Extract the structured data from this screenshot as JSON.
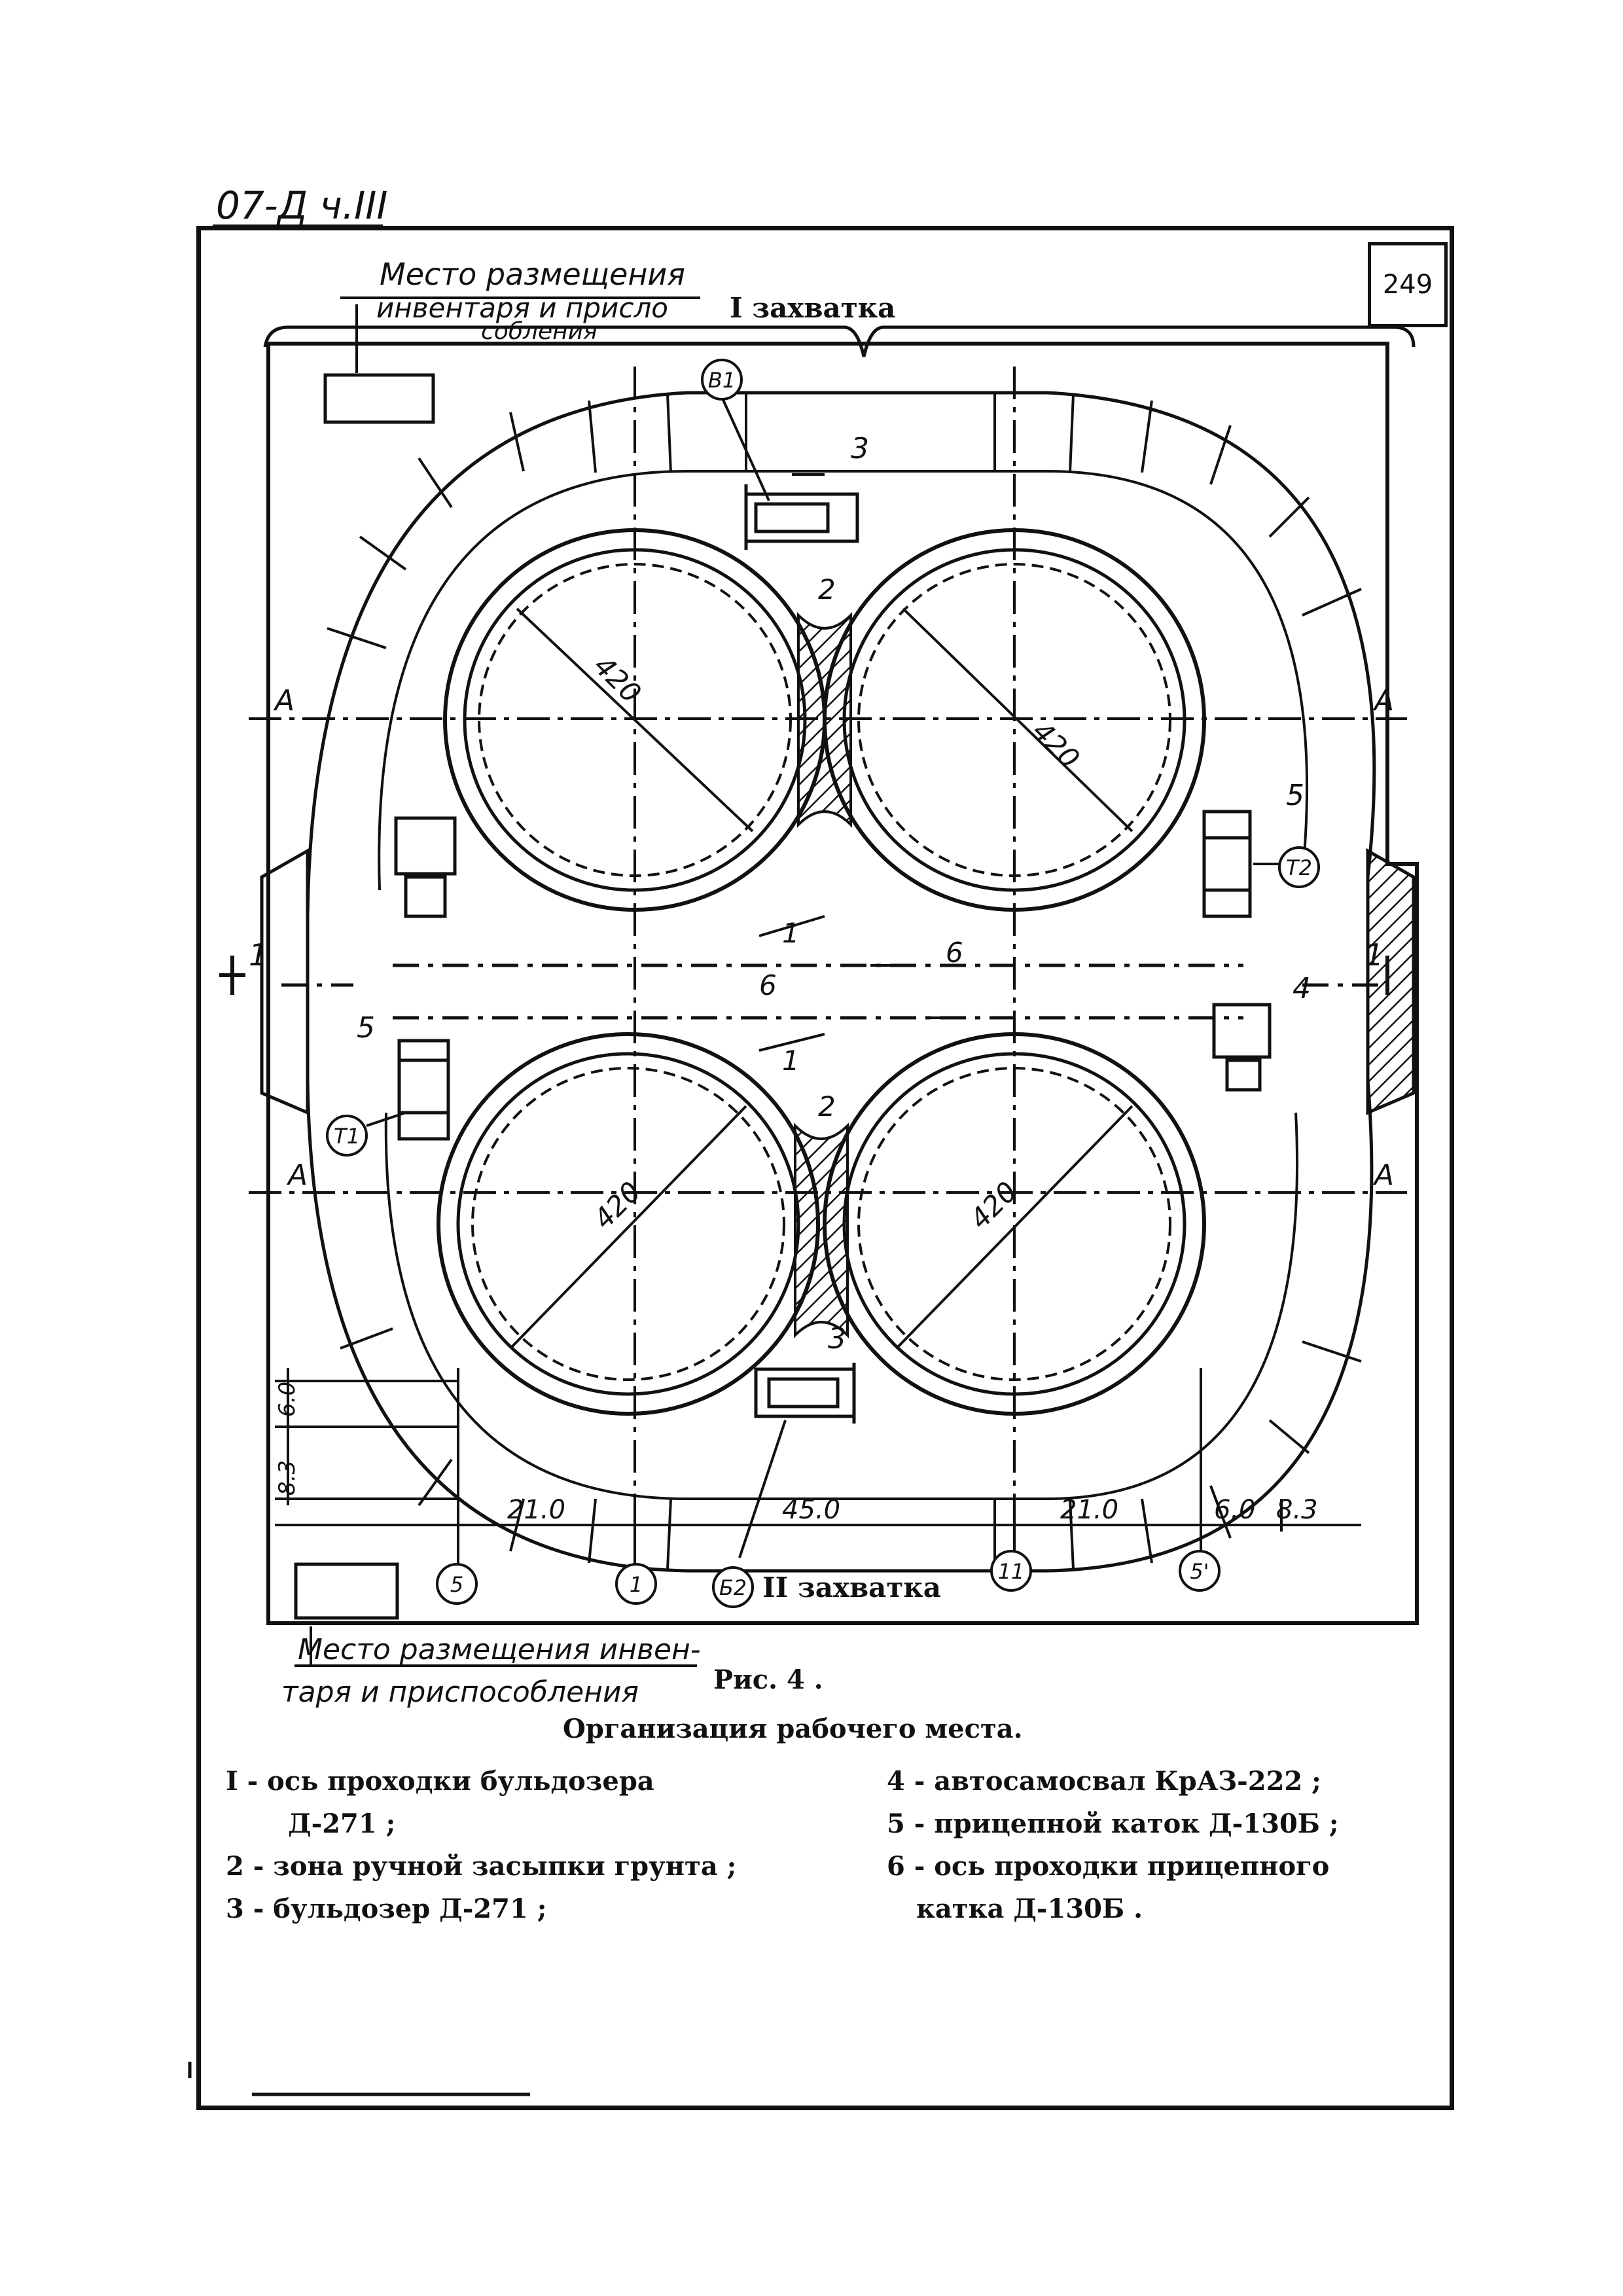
{
  "header": {
    "doc_code": "07-Д ч.III",
    "page_number": "249"
  },
  "top_labels": {
    "storage_top_line1": "Место размещения",
    "storage_top_line2": "инвентаря и присло",
    "storage_top_line3": "собления",
    "zone_top": "I захватка"
  },
  "bottom_labels": {
    "zone_bottom": "II захватка",
    "storage_bottom_line1": "Место размещения инвен-",
    "storage_bottom_line2": "таря и приспособления"
  },
  "diagram_labels": {
    "axis_A": "А",
    "section_1": "1",
    "diameter": "420",
    "mark_1": "1",
    "mark_2": "2",
    "mark_3": "3",
    "mark_4": "4",
    "mark_5": "5",
    "mark_6": "6",
    "node_B1": "В1",
    "node_B2": "Б2",
    "node_T1": "Т1",
    "node_T2": "Т2",
    "axis_5": "5",
    "axis_1": "1",
    "axis_11": "11",
    "axis_5p": "5'",
    "dim_21a": "21.0",
    "dim_45": "45.0",
    "dim_21b": "21.0",
    "dim_6": "6.0",
    "dim_83": "8.3",
    "dim_v83": "8.3",
    "dim_v60": "6.0"
  },
  "caption": {
    "figure_number": "Рис. 4 .",
    "title": "Организация рабочего места."
  },
  "legend": {
    "left": [
      "I - ось проходки бульдозера",
      "Д-271 ;",
      "2 - зона ручной засыпки грунта ;",
      "3 - бульдозер Д-271 ;"
    ],
    "right": [
      "4 - автосамосвал КрАЗ-222 ;",
      "5 - прицепной каток Д-130Б ;",
      "6 - ось проходки прицепного",
      "катка Д-130Б ."
    ]
  }
}
